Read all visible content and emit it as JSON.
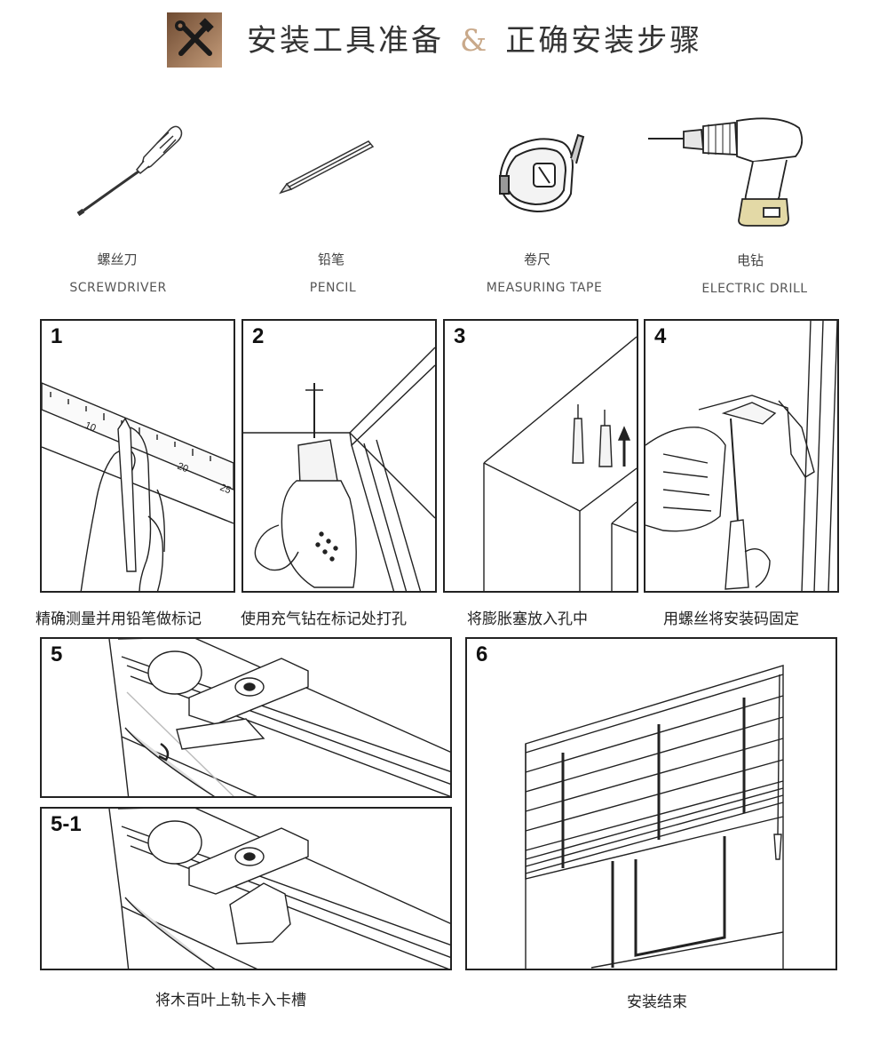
{
  "header": {
    "title_left": "安装工具准备",
    "ampersand": "&",
    "title_right": "正确安装步骤",
    "logo_icon": "tools-cross-icon",
    "logo_colors": [
      "#8a6244",
      "#c49c7a"
    ]
  },
  "tools": [
    {
      "icon": "screwdriver-icon",
      "cn": "螺丝刀",
      "en": "SCREWDRIVER"
    },
    {
      "icon": "pencil-icon",
      "cn": "铅笔",
      "en": "PENCIL"
    },
    {
      "icon": "measuring-tape-icon",
      "cn": "卷尺",
      "en": "MEASURING TAPE"
    },
    {
      "icon": "electric-drill-icon",
      "cn": "电钻",
      "en": "ELECTRIC DRILL"
    }
  ],
  "steps": [
    {
      "num": "1",
      "caption": "精确测量并用铅笔做标记",
      "ruler_ticks": [
        "10",
        "20",
        "25"
      ]
    },
    {
      "num": "2",
      "caption": "使用充气钻在标记处打孔"
    },
    {
      "num": "3",
      "caption": "将膨胀塞放入孔中"
    },
    {
      "num": "4",
      "caption": "用螺丝将安装码固定"
    },
    {
      "num": "5"
    },
    {
      "num": "5-1",
      "caption": "将木百叶上轨卡入卡槽"
    },
    {
      "num": "6",
      "caption": "安装结束"
    }
  ]
}
